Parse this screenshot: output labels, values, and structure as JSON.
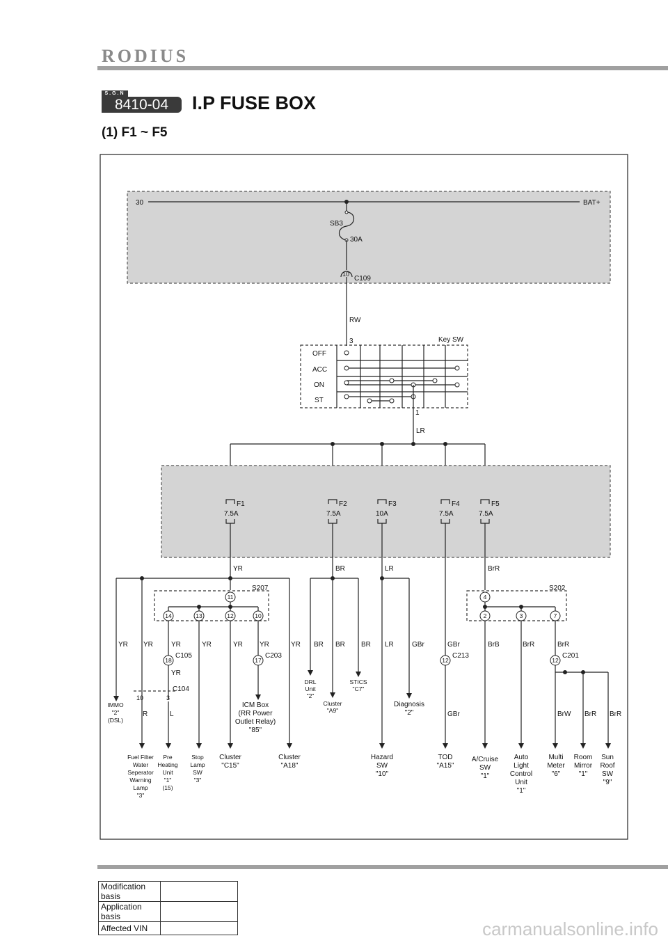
{
  "header": {
    "brand": "RODIUS",
    "sgn_label": "S.G.N",
    "section_code": "8410-04",
    "title": "I.P FUSE BOX",
    "subtitle": "(1) F1 ~ F5"
  },
  "diagram": {
    "battery": {
      "left_label": "30",
      "right_label": "BAT+"
    },
    "main_fuse": {
      "name": "SB3",
      "rating": "30A",
      "pin": "10",
      "connector": "C109"
    },
    "wire_rw": "RW",
    "key_switch": {
      "name": "Key SW",
      "in_pin": "3",
      "out_pin": "1",
      "positions": [
        "OFF",
        "ACC",
        "ON",
        "ST"
      ]
    },
    "wire_lr": "LR",
    "fuses": [
      {
        "name": "F1",
        "rating": "7.5A"
      },
      {
        "name": "F2",
        "rating": "7.5A"
      },
      {
        "name": "F3",
        "rating": "10A"
      },
      {
        "name": "F4",
        "rating": "7.5A"
      },
      {
        "name": "F5",
        "rating": "7.5A"
      }
    ],
    "fuse_out_wires": [
      "YR",
      "BR",
      "LR",
      "BrR"
    ],
    "splices": {
      "s207": {
        "name": "S207",
        "in_pin": "11",
        "pins": [
          "14",
          "13",
          "12",
          "10"
        ]
      },
      "s202": {
        "name": "S202",
        "in_pin": "4",
        "pins": [
          "2",
          "3",
          "7"
        ]
      }
    },
    "branch_wires": [
      "YR",
      "YR",
      "YR",
      "YR",
      "YR",
      "YR",
      "YR",
      "BR",
      "BR",
      "BR",
      "LR",
      "GBr",
      "GBr",
      "BrB",
      "BrR",
      "BrR"
    ],
    "connectors": {
      "c105": {
        "name": "C105",
        "pin": "18",
        "wire_after": "YR"
      },
      "c104": {
        "name": "C104",
        "pins": [
          "10",
          "3"
        ],
        "wires": [
          "R",
          "L"
        ]
      },
      "c203": {
        "name": "C203",
        "pin": "17"
      },
      "c213": {
        "name": "C213",
        "pin": "12",
        "wire_after": "GBr"
      },
      "c201": {
        "name": "C201",
        "pin": "12",
        "wires_after": [
          "BrW",
          "BrR",
          "BrR"
        ]
      }
    },
    "loads": {
      "immo": "IMMO\n\"2\"\n(DSL)",
      "fuel_filter": "Fuel Filter\nWater\nSeperator\nWarning\nLamp\n\"3\"",
      "pre_heating": "Pre\nHeating\nUnit\n\"1\"\n(15)",
      "stop_lamp": "Stop\nLamp\nSW\n\"3\"",
      "cluster_c15": "Cluster\n\"C15\"",
      "icm_box": "ICM Box\n(RR Power\nOutlet Relay)\n\"85\"",
      "cluster_a18": "Cluster\n\"A18\"",
      "drl": "DRL\nUnit\n\"2\"",
      "cluster_a9": "Cluster\n\"A9\"",
      "stics": "STICS\n\"C7\"",
      "diagnosis": "Diagnosis\n\"2\"",
      "hazard": "Hazard\nSW\n\"10\"",
      "tod": "TOD\n\"A15\"",
      "acruise": "A/Cruise\nSW\n\"1\"",
      "auto_light": "Auto\nLight\nControl\nUnit\n\"1\"",
      "multi_meter": "Multi\nMeter\n\"6\"",
      "room_mirror": "Room\nMirror\n\"1\"",
      "sun_roof": "Sun\nRoof\nSW\n\"9\""
    }
  },
  "modification_table": {
    "rows": [
      {
        "label": "Modification basis",
        "value": ""
      },
      {
        "label": "Application basis",
        "value": ""
      },
      {
        "label": "Affected VIN",
        "value": ""
      }
    ]
  },
  "watermark": "carmanualsonline.info"
}
